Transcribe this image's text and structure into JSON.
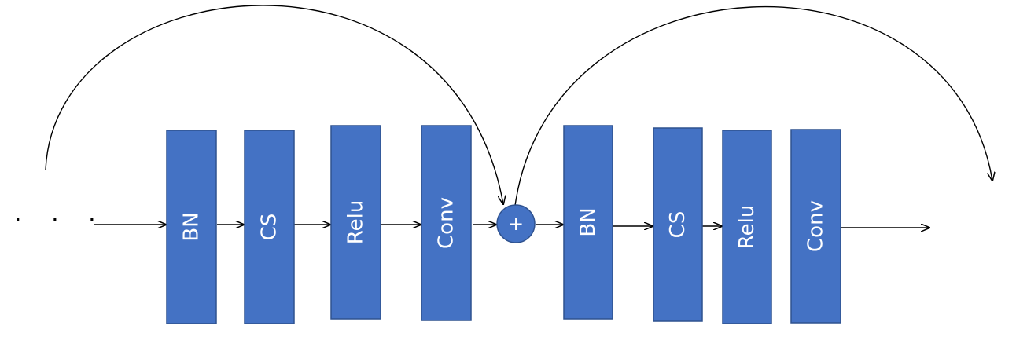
{
  "diagram": {
    "ellipsis": "· · ·",
    "adder_symbol": "+",
    "colors": {
      "block_fill": "#4472c4",
      "block_stroke": "#2f528f",
      "arrow": "#000000"
    },
    "stage1": {
      "blocks": [
        "BN",
        "CS",
        "Relu",
        "Conv"
      ]
    },
    "stage2": {
      "blocks": [
        "BN",
        "CS",
        "Relu",
        "Conv"
      ]
    }
  }
}
